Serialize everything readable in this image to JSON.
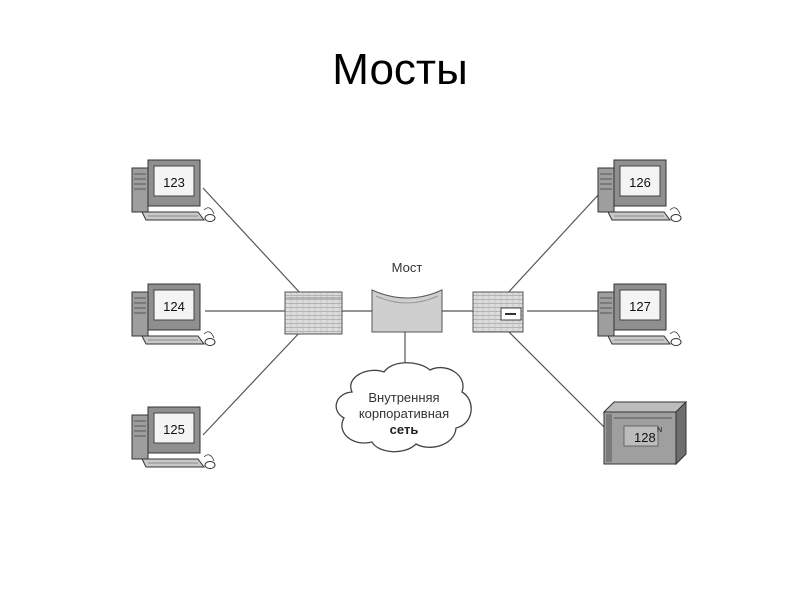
{
  "title": "Мосты",
  "bridge": {
    "label": "Мост"
  },
  "cloud": {
    "line1": "Внутренняя",
    "line2": "корпоративная",
    "line3": "сеть"
  },
  "computers": [
    {
      "id": "123"
    },
    {
      "id": "124"
    },
    {
      "id": "125"
    },
    {
      "id": "126"
    },
    {
      "id": "127"
    }
  ],
  "server": {
    "id": "128"
  }
}
